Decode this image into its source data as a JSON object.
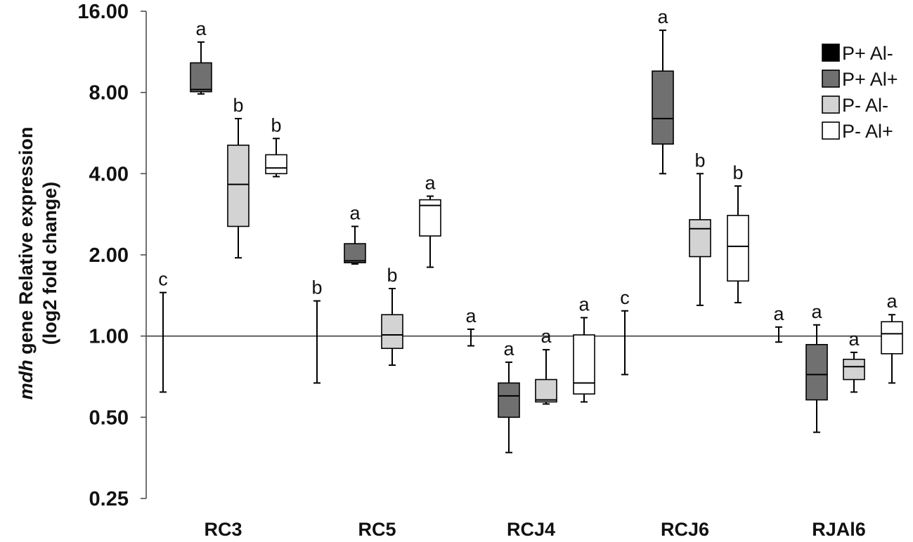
{
  "chart_data": {
    "type": "box",
    "ylabel_prefix": "mdh",
    "ylabel_rest": " gene Relative expression",
    "ylabel_line2": "(log2 fold change)",
    "y_scale": "log2",
    "ylim": [
      0.25,
      16
    ],
    "yticks": [
      0.25,
      0.5,
      1,
      2,
      4,
      8,
      16
    ],
    "ytick_labels": [
      "0.25",
      "0.50",
      "1.00",
      "2.00",
      "4.00",
      "8.00",
      "16.00"
    ],
    "reference_line": 1,
    "categories": [
      "RC3",
      "RC5",
      "RCJ4",
      "RCJ6",
      "RJAl6"
    ],
    "legend_position": "top-right",
    "series": [
      {
        "name": "P+ Al-",
        "color": "#000000",
        "boxes": [
          {
            "min": 0.62,
            "q1": 1.0,
            "median": 1.0,
            "q3": 1.0,
            "max": 1.45,
            "letter": "c"
          },
          {
            "min": 0.67,
            "q1": 1.0,
            "median": 1.0,
            "q3": 1.0,
            "max": 1.35,
            "letter": "b"
          },
          {
            "min": 0.92,
            "q1": 1.0,
            "median": 1.0,
            "q3": 1.0,
            "max": 1.06,
            "letter": "a"
          },
          {
            "min": 0.72,
            "q1": 1.0,
            "median": 1.0,
            "q3": 1.0,
            "max": 1.24,
            "letter": "c"
          },
          {
            "min": 0.95,
            "q1": 1.0,
            "median": 1.0,
            "q3": 1.0,
            "max": 1.08,
            "letter": "a"
          }
        ]
      },
      {
        "name": "P+ Al+",
        "color": "#707070",
        "boxes": [
          {
            "min": 7.9,
            "q1": 8.05,
            "median": 8.2,
            "q3": 10.3,
            "max": 12.3,
            "letter": "a"
          },
          {
            "min": 1.85,
            "q1": 1.87,
            "median": 1.9,
            "q3": 2.2,
            "max": 2.55,
            "letter": "a"
          },
          {
            "min": 0.37,
            "q1": 0.5,
            "median": 0.6,
            "q3": 0.67,
            "max": 0.8,
            "letter": "a"
          },
          {
            "min": 4.0,
            "q1": 5.15,
            "median": 6.4,
            "q3": 9.6,
            "max": 13.6,
            "letter": "a"
          },
          {
            "min": 0.44,
            "q1": 0.58,
            "median": 0.72,
            "q3": 0.93,
            "max": 1.1,
            "letter": "a"
          }
        ]
      },
      {
        "name": "P- Al-",
        "color": "#d3d3d3",
        "boxes": [
          {
            "min": 1.95,
            "q1": 2.55,
            "median": 3.65,
            "q3": 5.1,
            "max": 6.4,
            "letter": "b"
          },
          {
            "min": 0.78,
            "q1": 0.9,
            "median": 1.01,
            "q3": 1.2,
            "max": 1.5,
            "letter": "b"
          },
          {
            "min": 0.56,
            "q1": 0.57,
            "median": 0.58,
            "q3": 0.69,
            "max": 0.89,
            "letter": "a"
          },
          {
            "min": 1.3,
            "q1": 1.97,
            "median": 2.5,
            "q3": 2.7,
            "max": 4.0,
            "letter": "b"
          },
          {
            "min": 0.62,
            "q1": 0.69,
            "median": 0.77,
            "q3": 0.82,
            "max": 0.87,
            "letter": "a"
          }
        ]
      },
      {
        "name": "P- Al+",
        "color": "#ffffff",
        "boxes": [
          {
            "min": 3.9,
            "q1": 4.0,
            "median": 4.2,
            "q3": 4.7,
            "max": 5.4,
            "letter": "b"
          },
          {
            "min": 1.8,
            "q1": 2.35,
            "median": 3.05,
            "q3": 3.2,
            "max": 3.3,
            "letter": "a"
          },
          {
            "min": 0.57,
            "q1": 0.61,
            "median": 0.67,
            "q3": 1.01,
            "max": 1.17,
            "letter": "a"
          },
          {
            "min": 1.33,
            "q1": 1.6,
            "median": 2.15,
            "q3": 2.8,
            "max": 3.6,
            "letter": "b"
          },
          {
            "min": 0.67,
            "q1": 0.86,
            "median": 1.02,
            "q3": 1.13,
            "max": 1.2,
            "letter": "a"
          }
        ]
      }
    ]
  }
}
